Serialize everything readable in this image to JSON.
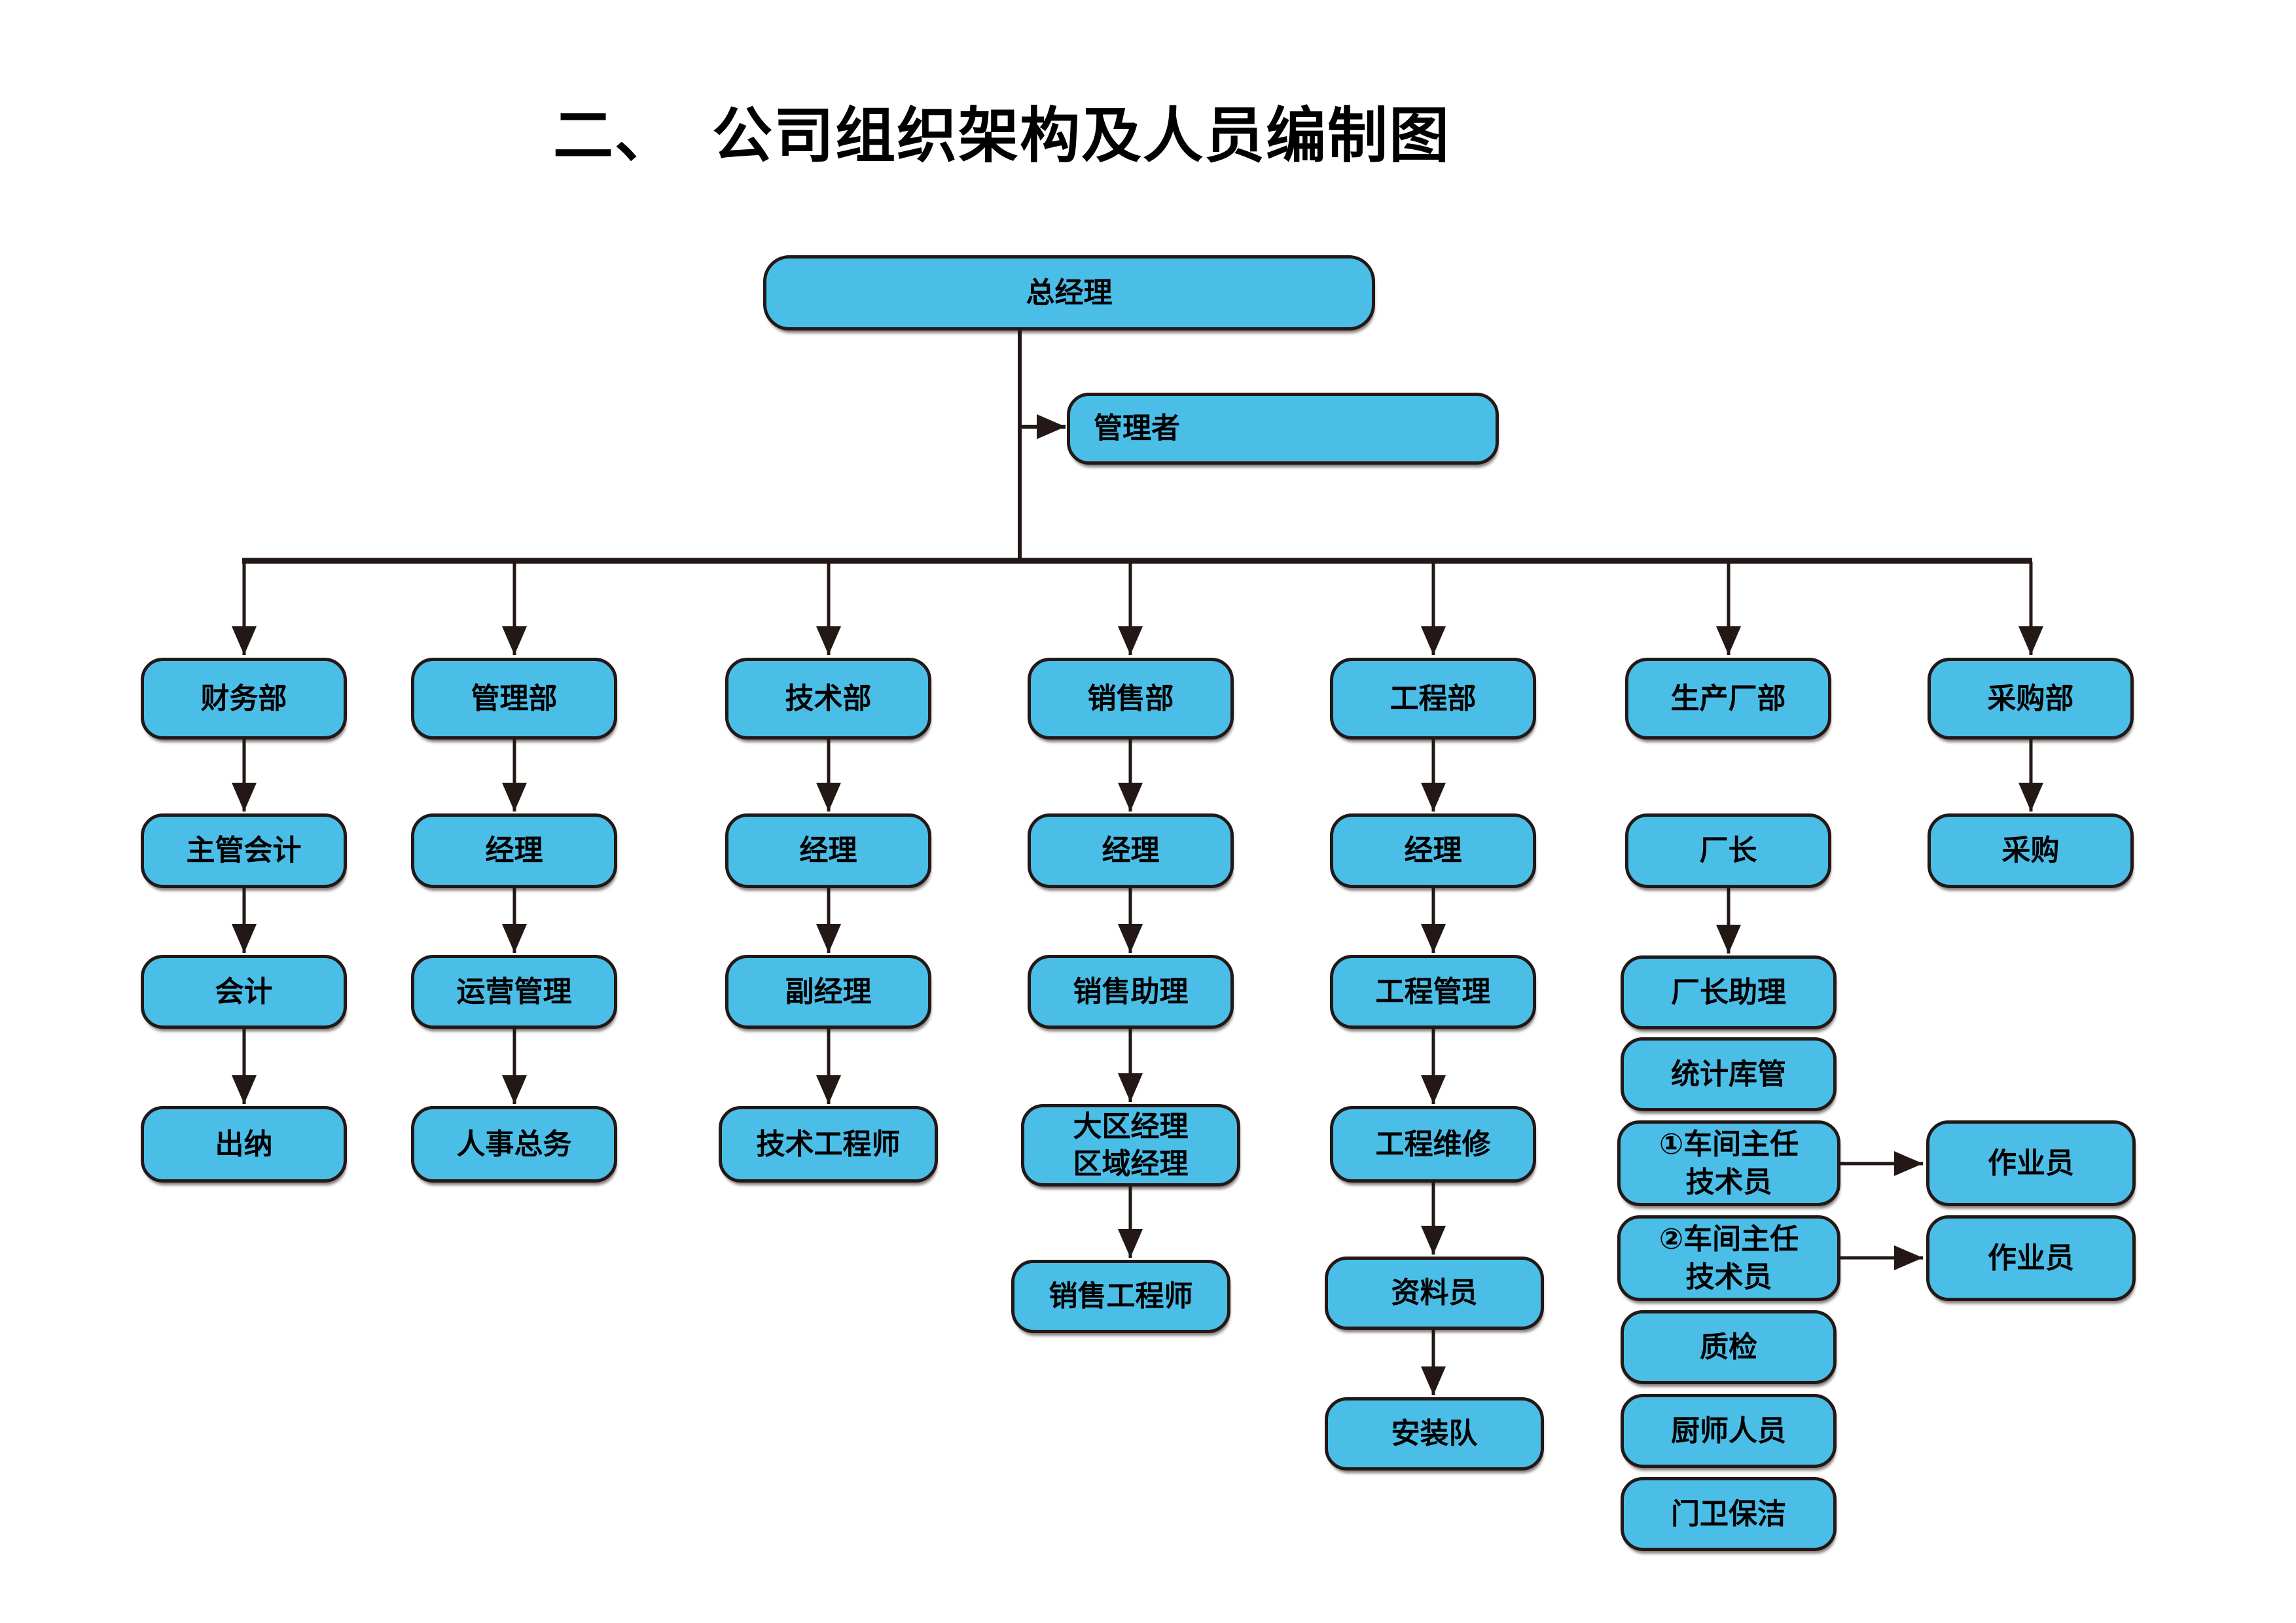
{
  "title": "二、  公司组织架构及人员编制图",
  "colors": {
    "background": "#FFFFFF",
    "box_fill": "#4BBEE8",
    "box_border": "#231815",
    "connector": "#231815",
    "text": "#000000"
  },
  "top": {
    "general_manager": "总经理",
    "manager": "管理者"
  },
  "departments": [
    {
      "name": "财务部",
      "subs": [
        "主管会计",
        "会计",
        "出纳"
      ]
    },
    {
      "name": "管理部",
      "subs": [
        "经理",
        "运营管理",
        "人事总务"
      ]
    },
    {
      "name": "技术部",
      "subs": [
        "经理",
        "副经理",
        "技术工程师"
      ]
    },
    {
      "name": "销售部",
      "subs": [
        "经理",
        "销售助理",
        "大区经理\n区域经理",
        "销售工程师"
      ]
    },
    {
      "name": "工程部",
      "subs": [
        "经理",
        "工程管理",
        "工程维修",
        "资料员",
        "安装队"
      ]
    },
    {
      "name": "生产厂部",
      "subs": [
        "厂长",
        "厂长助理",
        "统计库管",
        "①车间主任\n技术员",
        "②车间主任\n技术员",
        "质检",
        "厨师人员",
        "门卫保洁"
      ]
    },
    {
      "name": "采购部",
      "subs": [
        "采购"
      ]
    }
  ],
  "operators": [
    "作业员",
    "作业员"
  ]
}
